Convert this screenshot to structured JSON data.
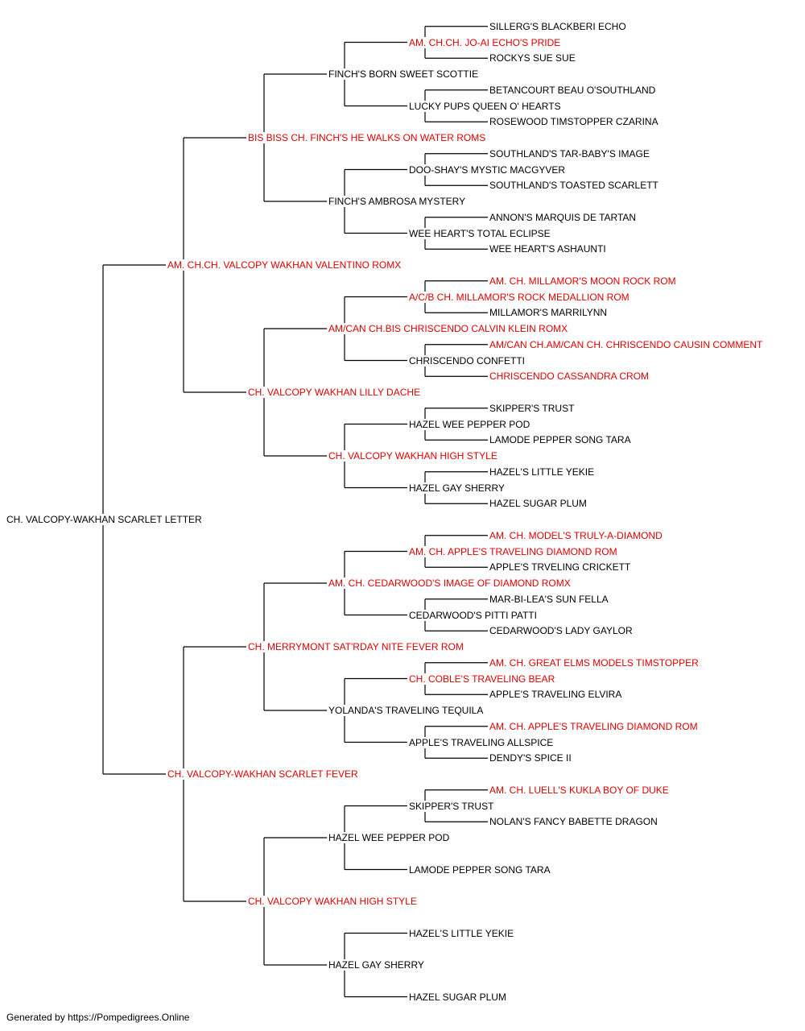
{
  "colors": {
    "champion": "#e00000",
    "normal": "#000000",
    "lines": "#000000"
  },
  "pedigree": {
    "name": "CH. VALCOPY-WAKHAN SCARLET LETTER",
    "champion": false,
    "sire": {
      "name": "AM. CH.CH. VALCOPY WAKHAN VALENTINO ROMX",
      "champion": true,
      "sire": {
        "name": "BIS BISS CH. FINCH'S HE WALKS ON WATER ROMS",
        "champion": true,
        "sire": {
          "name": "FINCH'S BORN SWEET SCOTTIE",
          "champion": false,
          "sire": {
            "name": "AM. CH.CH. JO-AI ECHO'S PRIDE",
            "champion": true,
            "sire": {
              "name": "SILLERG'S BLACKBERI ECHO",
              "champion": false
            },
            "dam": {
              "name": "ROCKYS SUE SUE",
              "champion": false
            }
          },
          "dam": {
            "name": "LUCKY PUPS QUEEN O' HEARTS",
            "champion": false,
            "sire": {
              "name": "BETANCOURT BEAU O'SOUTHLAND",
              "champion": false
            },
            "dam": {
              "name": "ROSEWOOD TIMSTOPPER CZARINA",
              "champion": false
            }
          }
        },
        "dam": {
          "name": "FINCH'S AMBROSA MYSTERY",
          "champion": false,
          "sire": {
            "name": "DOO-SHAY'S MYSTIC MACGYVER",
            "champion": false,
            "sire": {
              "name": "SOUTHLAND'S TAR-BABY'S IMAGE",
              "champion": false
            },
            "dam": {
              "name": "SOUTHLAND'S TOASTED SCARLETT",
              "champion": false
            }
          },
          "dam": {
            "name": "WEE HEART'S TOTAL ECLIPSE",
            "champion": false,
            "sire": {
              "name": "ANNON'S MARQUIS DE TARTAN",
              "champion": false
            },
            "dam": {
              "name": "WEE HEART'S ASHAUNTI",
              "champion": false
            }
          }
        }
      },
      "dam": {
        "name": "CH. VALCOPY WAKHAN LILLY DACHE",
        "champion": true,
        "sire": {
          "name": "AM/CAN CH.BIS CHRISCENDO CALVIN KLEIN ROMX",
          "champion": true,
          "sire": {
            "name": "A/C/B CH. MILLAMOR'S ROCK MEDALLION ROM",
            "champion": true,
            "sire": {
              "name": "AM. CH. MILLAMOR'S MOON ROCK ROM",
              "champion": true
            },
            "dam": {
              "name": "MILLAMOR'S MARRILYNN",
              "champion": false
            }
          },
          "dam": {
            "name": "CHRISCENDO CONFETTI",
            "champion": false,
            "sire": {
              "name": "AM/CAN CH.AM/CAN CH. CHRISCENDO CAUSIN COMMENT",
              "champion": true
            },
            "dam": {
              "name": "CHRISCENDO CASSANDRA CROM",
              "champion": true
            }
          }
        },
        "dam": {
          "name": "CH. VALCOPY WAKHAN HIGH STYLE",
          "champion": true,
          "sire": {
            "name": "HAZEL WEE PEPPER POD",
            "champion": false,
            "sire": {
              "name": "SKIPPER'S TRUST",
              "champion": false
            },
            "dam": {
              "name": "LAMODE PEPPER SONG TARA",
              "champion": false
            }
          },
          "dam": {
            "name": "HAZEL GAY SHERRY",
            "champion": false,
            "sire": {
              "name": "HAZEL'S LITTLE YEKIE",
              "champion": false
            },
            "dam": {
              "name": "HAZEL SUGAR PLUM",
              "champion": false
            }
          }
        }
      }
    },
    "dam": {
      "name": "CH. VALCOPY-WAKHAN SCARLET FEVER",
      "champion": true,
      "sire": {
        "name": "CH. MERRYMONT SAT'RDAY NITE FEVER ROM",
        "champion": true,
        "sire": {
          "name": "AM. CH. CEDARWOOD'S IMAGE OF DIAMOND ROMX",
          "champion": true,
          "sire": {
            "name": "AM. CH. APPLE'S TRAVELING DIAMOND ROM",
            "champion": true,
            "sire": {
              "name": "AM. CH. MODEL'S TRULY-A-DIAMOND",
              "champion": true
            },
            "dam": {
              "name": "APPLE'S TRVELING CRICKETT",
              "champion": false
            }
          },
          "dam": {
            "name": "CEDARWOOD'S PITTI PATTI",
            "champion": false,
            "sire": {
              "name": "MAR-BI-LEA'S SUN FELLA",
              "champion": false
            },
            "dam": {
              "name": "CEDARWOOD'S LADY GAYLOR",
              "champion": false
            }
          }
        },
        "dam": {
          "name": "YOLANDA'S TRAVELING TEQUILA",
          "champion": false,
          "sire": {
            "name": "CH. COBLE'S TRAVELING BEAR",
            "champion": true,
            "sire": {
              "name": "AM. CH. GREAT ELMS MODELS TIMSTOPPER",
              "champion": true
            },
            "dam": {
              "name": "APPLE'S TRAVELING ELVIRA",
              "champion": false
            }
          },
          "dam": {
            "name": "APPLE'S TRAVELING ALLSPICE",
            "champion": false,
            "sire": {
              "name": "AM. CH. APPLE'S TRAVELING DIAMOND ROM",
              "champion": true
            },
            "dam": {
              "name": "DENDY'S SPICE II",
              "champion": false
            }
          }
        }
      },
      "dam": {
        "name": "CH. VALCOPY WAKHAN HIGH STYLE",
        "champion": true,
        "sire": {
          "name": "HAZEL WEE PEPPER POD",
          "champion": false,
          "sire": {
            "name": "SKIPPER'S TRUST",
            "champion": false,
            "sire": {
              "name": "AM. CH. LUELL'S KUKLA BOY OF DUKE",
              "champion": true
            },
            "dam": {
              "name": "NOLAN'S FANCY BABETTE DRAGON",
              "champion": false
            }
          },
          "dam": {
            "name": "LAMODE PEPPER SONG TARA",
            "champion": false
          }
        },
        "dam": {
          "name": "HAZEL GAY SHERRY",
          "champion": false,
          "sire": {
            "name": "HAZEL'S LITTLE YEKIE",
            "champion": false
          },
          "dam": {
            "name": "HAZEL SUGAR PLUM",
            "champion": false
          }
        }
      }
    }
  },
  "footer": {
    "text": "Generated by https://Pompedigrees.Online"
  }
}
